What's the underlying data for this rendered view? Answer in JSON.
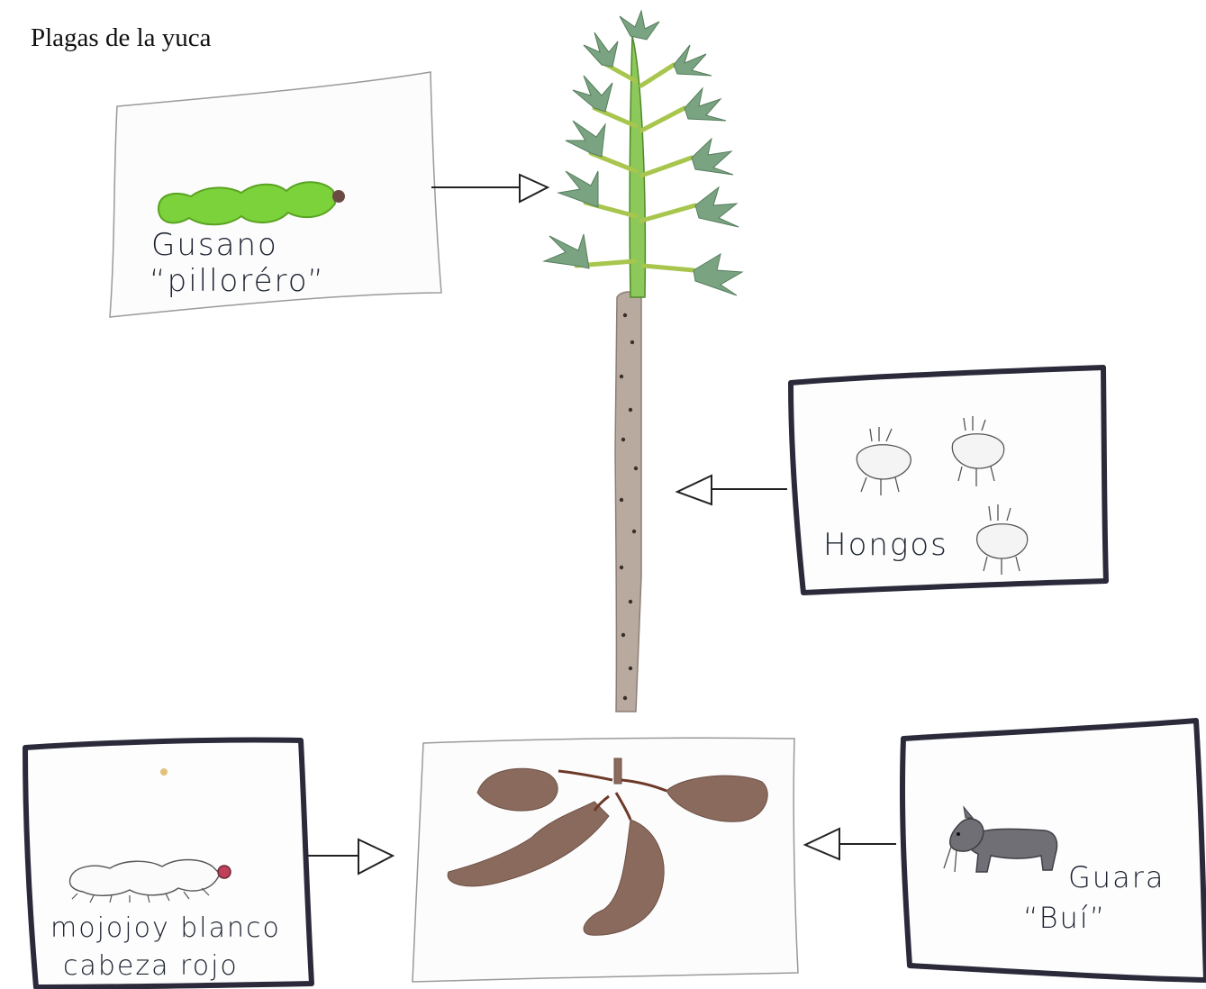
{
  "title": "Plagas de la yuca",
  "pests": {
    "gusano": {
      "line1": "Gusano",
      "line2": "“pilloréro”"
    },
    "hongos": {
      "label": "Hongos"
    },
    "mojojoy": {
      "line1": "mojojoy blanco",
      "line2": "cabeza rojo"
    },
    "guara": {
      "line1": "Guara",
      "line2": "“Buí”"
    }
  },
  "colors": {
    "stem": "#b9aaa0",
    "stem_dots": "#3a2e2a",
    "leaves": "#7aa382",
    "leaf_stem_green": "#8dc85a",
    "gusano_green": "#7cd23a",
    "root": "#8a6a5c",
    "frame_thick": "#2a2a3a",
    "frame_thin": "#9a9a9a",
    "guara_body": "#6f6f75"
  }
}
